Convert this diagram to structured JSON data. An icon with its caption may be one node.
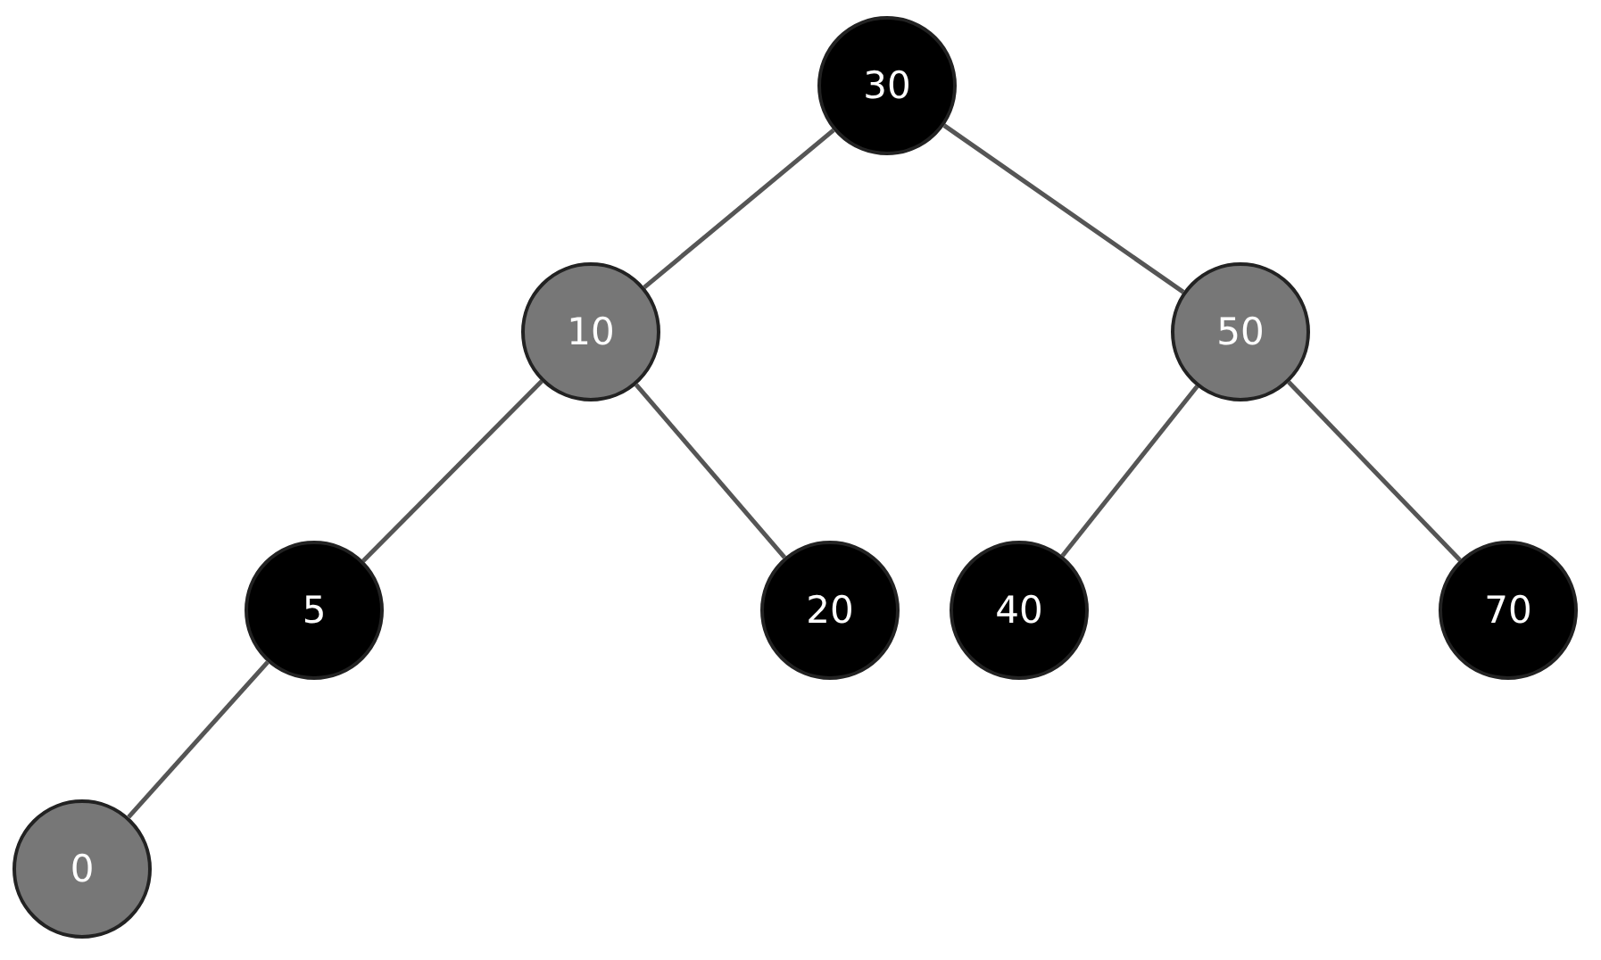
{
  "diagram": {
    "nodes": [
      {
        "text": [
          "30"
        ]
      },
      {
        "text": [
          "10"
        ]
      },
      {
        "text": [
          "50"
        ]
      },
      {
        "text": [
          "5"
        ]
      },
      {
        "text": [
          "20"
        ]
      },
      {
        "text": [
          "40"
        ]
      },
      {
        "text": [
          "70"
        ]
      },
      {
        "text": [
          "0"
        ]
      }
    ],
    "edges": [
      {
        "from": 0,
        "to": 1,
        "arrow": "none"
      },
      {
        "from": 0,
        "to": 2,
        "arrow": "none"
      },
      {
        "from": 1,
        "to": 3,
        "arrow": "none"
      },
      {
        "from": 1,
        "to": 4,
        "arrow": "none"
      },
      {
        "from": 2,
        "to": 5,
        "arrow": "none"
      },
      {
        "from": 2,
        "to": 6,
        "arrow": "none"
      },
      {
        "from": 3,
        "to": 7,
        "arrow": "none"
      }
    ]
  }
}
